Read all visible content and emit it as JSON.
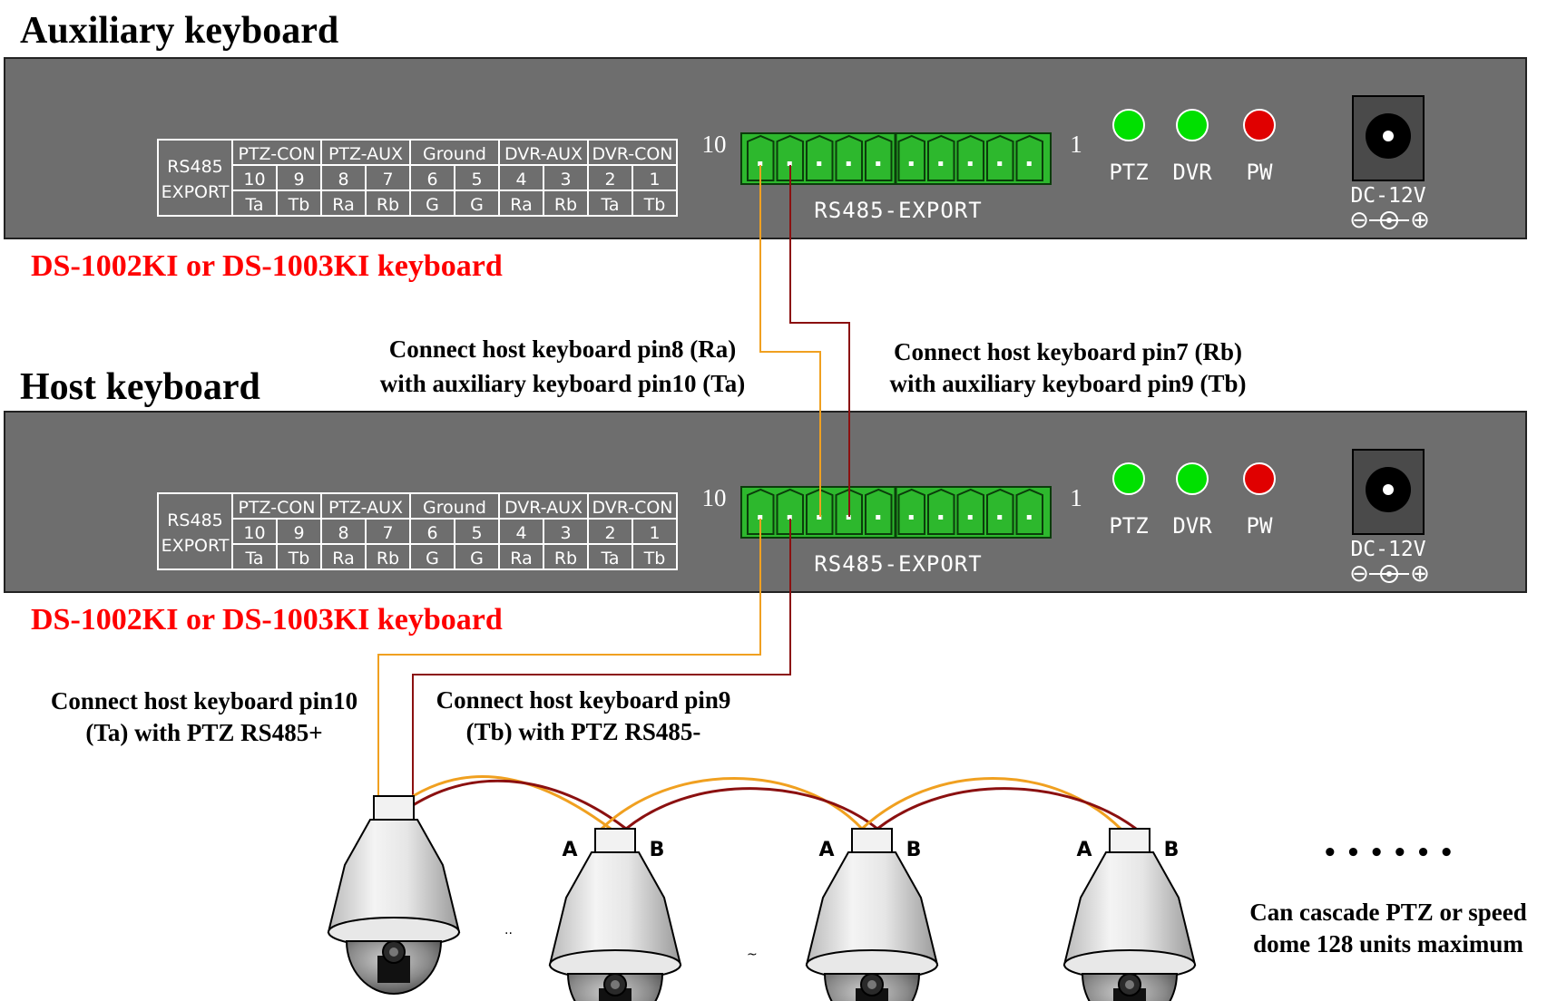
{
  "aux": {
    "title": "Auxiliary keyboard",
    "model": "DS-1002KI or DS-1003KI keyboard"
  },
  "host": {
    "title": "Host keyboard",
    "model": "DS-1002KI or DS-1003KI keyboard"
  },
  "panel": {
    "table_head": [
      "RS485",
      "EXPORT"
    ],
    "groups": [
      "PTZ-CON",
      "PTZ-AUX",
      "Ground",
      "DVR-AUX",
      "DVR-CON"
    ],
    "pins": [
      "10",
      "9",
      "8",
      "7",
      "6",
      "5",
      "4",
      "3",
      "2",
      "1"
    ],
    "signals": [
      "Ta",
      "Tb",
      "Ra",
      "Rb",
      "G",
      "G",
      "Ra",
      "Rb",
      "Ta",
      "Tb"
    ],
    "terminal_left": "10",
    "terminal_right": "1",
    "terminal_label": "RS485-EXPORT",
    "leds": [
      {
        "label": "PTZ",
        "color": "#00e000"
      },
      {
        "label": "DVR",
        "color": "#00e000"
      },
      {
        "label": "PW",
        "color": "#e00000"
      }
    ],
    "power_label": "DC-12V",
    "polarity": [
      "⊖",
      "⊕"
    ]
  },
  "notes": {
    "aux_link_a": [
      "Connect host keyboard pin8 (Ra)",
      "with auxiliary keyboard pin10 (Ta)"
    ],
    "aux_link_b": [
      "Connect host keyboard pin7 (Rb)",
      "with auxiliary keyboard pin9 (Tb)"
    ],
    "ptz_plus": [
      "Connect host keyboard pin10",
      "(Ta) with PTZ RS485+"
    ],
    "ptz_minus": [
      "Connect host keyboard pin9",
      "(Tb) with PTZ RS485-"
    ],
    "cascade": [
      "Can cascade PTZ or speed",
      "dome 128 units maximum"
    ],
    "ellipsis": "•  •  •     •  •  •"
  },
  "domes": {
    "port_a": "A",
    "port_b": "B",
    "stray_marks": [
      "..",
      "~"
    ]
  },
  "colors": {
    "panel": "#6e6e6e",
    "terminal": "#2db82d",
    "wire_orange": "#f0a020",
    "wire_red": "#8b1010",
    "model_text": "#ff0000"
  }
}
